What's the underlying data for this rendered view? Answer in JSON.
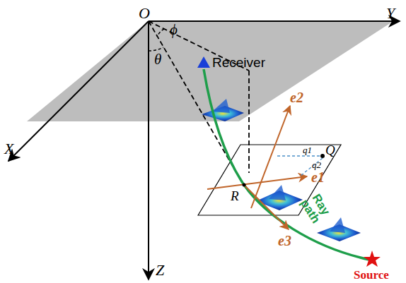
{
  "diagram": {
    "labels": [
      "O",
      "Y",
      "X",
      "Z",
      "ϕ",
      "θ",
      "Receiver",
      "e2",
      "q1",
      "Q",
      "q2",
      "e1",
      "R",
      "Ray path",
      "e3",
      "Source"
    ]
  }
}
